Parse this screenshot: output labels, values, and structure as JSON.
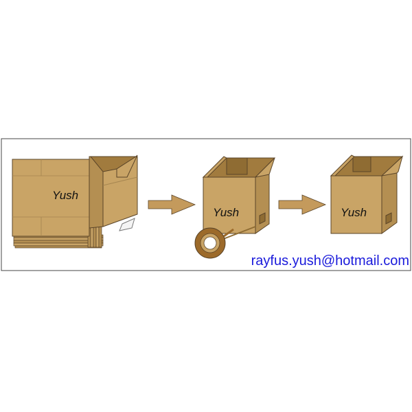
{
  "colors": {
    "cardboard": "#c9a466",
    "cardboard_dark": "#b48f52",
    "cardboard_inner": "#a17b3e",
    "arrow": "#c49a5c",
    "outline": "#5a4428",
    "email": "#1a1adb",
    "frame": "#444444"
  },
  "labels": {
    "brand_1": "Yush",
    "brand_2": "Yush",
    "brand_3": "Yush",
    "email": "rayfus.yush@hotmail.com"
  },
  "icons": {
    "arrow_1": "right-arrow-icon",
    "arrow_2": "right-arrow-icon",
    "tape": "tape-roll-icon"
  }
}
